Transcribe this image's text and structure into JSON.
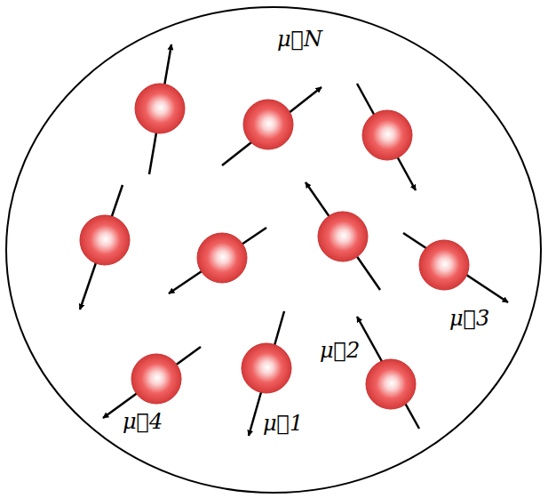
{
  "diagram": {
    "labels": [
      "μ⃗N",
      "μ⃗3",
      "μ⃗2",
      "μ⃗4",
      "μ⃗1"
    ]
  }
}
